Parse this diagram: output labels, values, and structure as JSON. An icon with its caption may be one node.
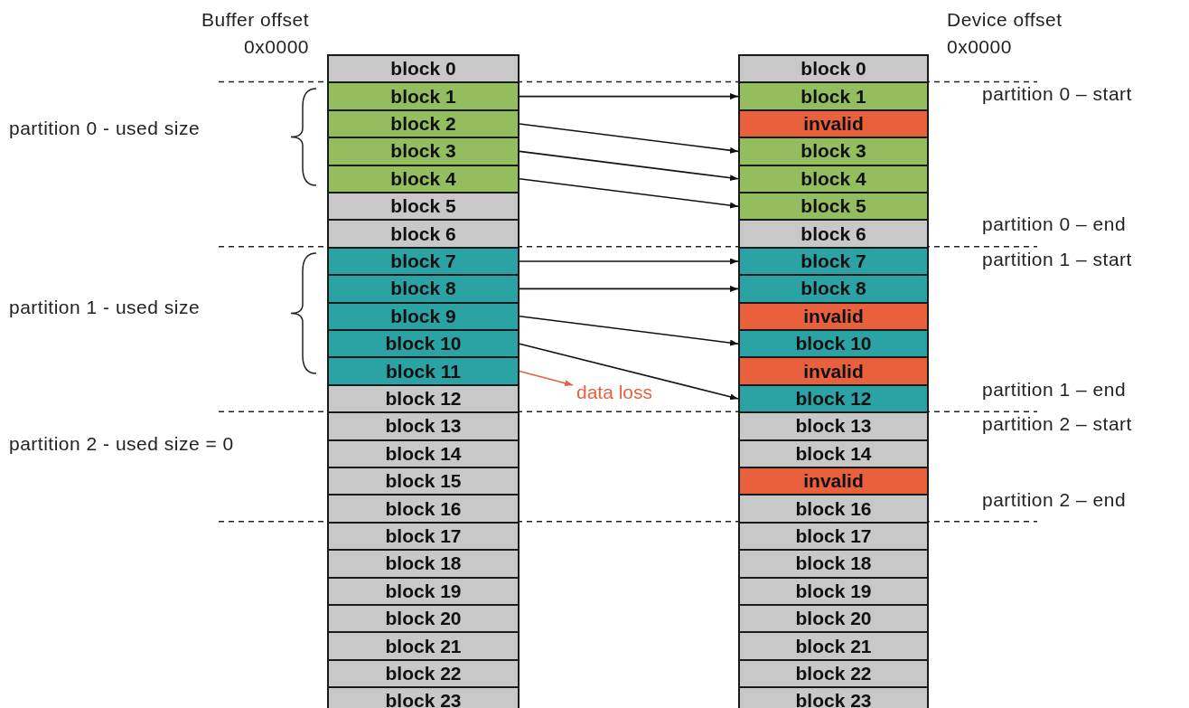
{
  "diagram": {
    "nodes": [
      {
        "text": [
          "block 0"
        ]
      },
      {
        "text": [
          "block 1"
        ]
      },
      {
        "text": [
          "block 2"
        ]
      },
      {
        "text": [
          "block 3"
        ]
      },
      {
        "text": [
          "block 4"
        ]
      },
      {
        "text": [
          "block 5"
        ]
      },
      {
        "text": [
          "block 6"
        ]
      },
      {
        "text": [
          "block 7"
        ]
      },
      {
        "text": [
          "block 8"
        ]
      },
      {
        "text": [
          "block 9"
        ]
      },
      {
        "text": [
          "block 10"
        ]
      },
      {
        "text": [
          "block 11"
        ]
      },
      {
        "text": [
          "block 12"
        ]
      },
      {
        "text": [
          "block 13"
        ]
      },
      {
        "text": [
          "block 14"
        ]
      },
      {
        "text": [
          "block 15"
        ]
      },
      {
        "text": [
          "block 16"
        ]
      },
      {
        "text": [
          "block 17"
        ]
      },
      {
        "text": [
          "block 18"
        ]
      },
      {
        "text": [
          "block 19"
        ]
      },
      {
        "text": [
          "block 20"
        ]
      },
      {
        "text": [
          "block 21"
        ]
      },
      {
        "text": [
          "block 22"
        ]
      },
      {
        "text": [
          "block 23"
        ]
      },
      {
        "text": [
          "block 0"
        ]
      },
      {
        "text": [
          "block 1"
        ]
      },
      {
        "text": [
          "invalid"
        ]
      },
      {
        "text": [
          "block 3"
        ]
      },
      {
        "text": [
          "block 4"
        ]
      },
      {
        "text": [
          "block 5"
        ]
      },
      {
        "text": [
          "block 6"
        ]
      },
      {
        "text": [
          "block 7"
        ]
      },
      {
        "text": [
          "block 8"
        ]
      },
      {
        "text": [
          "invalid"
        ]
      },
      {
        "text": [
          "block 10"
        ]
      },
      {
        "text": [
          "invalid"
        ]
      },
      {
        "text": [
          "block 12"
        ]
      },
      {
        "text": [
          "block 13"
        ]
      },
      {
        "text": [
          "block 14"
        ]
      },
      {
        "text": [
          "invalid"
        ]
      },
      {
        "text": [
          "block 16"
        ]
      },
      {
        "text": [
          "block 17"
        ]
      },
      {
        "text": [
          "block 18"
        ]
      },
      {
        "text": [
          "block 19"
        ]
      },
      {
        "text": [
          "block 20"
        ]
      },
      {
        "text": [
          "block 21"
        ]
      },
      {
        "text": [
          "block 22"
        ]
      },
      {
        "text": [
          "block 23"
        ]
      },
      {
        "text": [
          "data loss"
        ]
      }
    ],
    "edges": [
      {
        "from": 1,
        "to": 25,
        "arrow": "to"
      },
      {
        "from": 2,
        "to": 27,
        "arrow": "to"
      },
      {
        "from": 3,
        "to": 28,
        "arrow": "to"
      },
      {
        "from": 4,
        "to": 29,
        "arrow": "to"
      },
      {
        "from": 7,
        "to": 31,
        "arrow": "to"
      },
      {
        "from": 8,
        "to": 32,
        "arrow": "to"
      },
      {
        "from": 9,
        "to": 34,
        "arrow": "to"
      },
      {
        "from": 10,
        "to": 36,
        "arrow": "to"
      },
      {
        "from": 11,
        "to": 48,
        "arrow": "to",
        "color": "#e8603c"
      }
    ],
    "labels": [
      "Buffer offset",
      "0x0000",
      "Device offset",
      "0x0000",
      "partition 0 – start",
      "partition 0 - used size",
      "partition 0 – end",
      "partition 1 – start",
      "partition 1 - used size",
      "partition 1 – end",
      "partition 2 – start",
      "partition 2 - used size = 0",
      "partition 2 – end"
    ]
  }
}
